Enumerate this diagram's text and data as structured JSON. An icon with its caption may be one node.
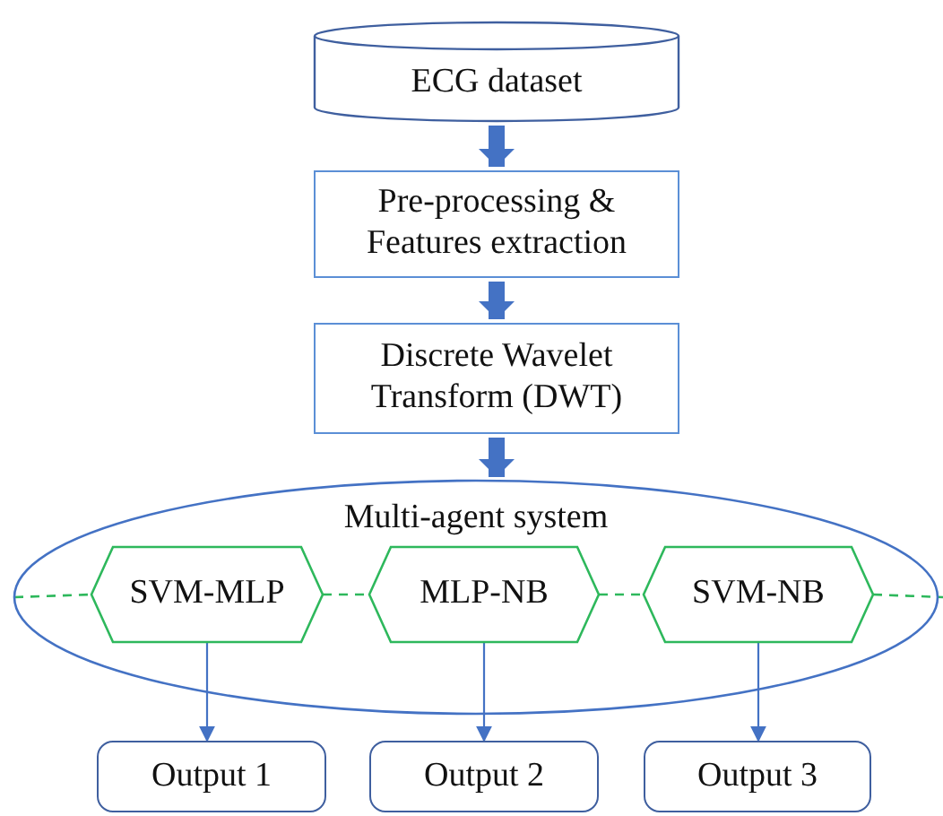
{
  "diagram": {
    "nodes": [
      {
        "text": [
          "ECG dataset"
        ]
      },
      {
        "text": [
          "Pre-processing & Features extraction"
        ]
      },
      {
        "text": [
          "Discrete Wavelet Transform (DWT)"
        ]
      },
      {
        "text": [
          "Multi-agent system"
        ]
      },
      {
        "text": [
          "SVM-MLP"
        ],
        "in": 3
      },
      {
        "text": [
          "MLP-NB"
        ],
        "in": 3
      },
      {
        "text": [
          "SVM-NB"
        ],
        "in": 3
      },
      {
        "text": [
          "Output 1"
        ]
      },
      {
        "text": [
          "Output 2"
        ]
      },
      {
        "text": [
          "Output 3"
        ]
      }
    ],
    "edges": [
      {
        "from": 0,
        "to": 1,
        "arrow": "to",
        "style": "thick"
      },
      {
        "from": 1,
        "to": 2,
        "arrow": "to",
        "style": "thick"
      },
      {
        "from": 2,
        "to": 3,
        "arrow": "to",
        "style": "thick"
      },
      {
        "from": 3,
        "to": 4,
        "arrow": "none",
        "style": "dashed",
        "color": "#2eb85c"
      },
      {
        "from": 4,
        "to": 5,
        "arrow": "none",
        "style": "dashed",
        "color": "#2eb85c"
      },
      {
        "from": 5,
        "to": 6,
        "arrow": "none",
        "style": "dashed",
        "color": "#2eb85c"
      },
      {
        "from": 6,
        "to": 3,
        "arrow": "none",
        "style": "dashed",
        "color": "#2eb85c"
      },
      {
        "from": 4,
        "to": 7,
        "arrow": "to"
      },
      {
        "from": 5,
        "to": 8,
        "arrow": "to"
      },
      {
        "from": 6,
        "to": 9,
        "arrow": "to"
      }
    ]
  }
}
